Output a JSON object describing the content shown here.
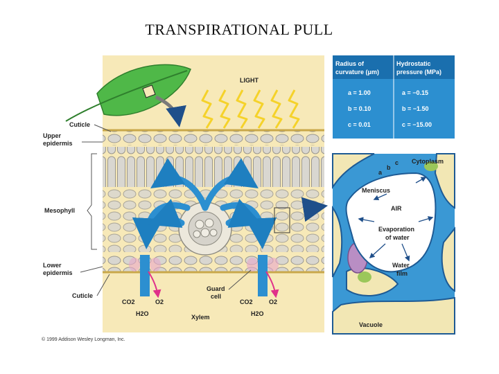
{
  "title": "TRANSPIRATIONAL PULL",
  "labels": {
    "light": "LIGHT",
    "cuticle_top": "Cuticle",
    "upper_epidermis_1": "Upper",
    "upper_epidermis_2": "epidermis",
    "mesophyll": "Mesophyll",
    "lower_epidermis_1": "Lower",
    "lower_epidermis_2": "epidermis",
    "cuticle_bottom": "Cuticle",
    "co2_left": "CO2",
    "o2_left": "O2",
    "h2o_left": "H2O",
    "guard_cell_1": "Guard",
    "guard_cell_2": "cell",
    "xylem": "Xylem",
    "co2_right": "CO2",
    "o2_right": "O2",
    "h2o_right": "H2O"
  },
  "table": {
    "col1_header_1": "Radius of",
    "col1_header_2": "curvature (μm)",
    "col2_header_1": "Hydrostatic",
    "col2_header_2": "pressure (MPa)",
    "rows": [
      {
        "radius": "a = 1.00",
        "pressure": "a =  −0.15"
      },
      {
        "radius": "b = 0.10",
        "pressure": "b =  −1.50"
      },
      {
        "radius": "c = 0.01",
        "pressure": "c = −15.00"
      }
    ]
  },
  "detail": {
    "cytoplasm": "Cytoplasm",
    "a": "a",
    "b": "b",
    "c": "c",
    "meniscus": "Meniscus",
    "air": "AIR",
    "evaporation_1": "Evaporation",
    "evaporation_2": "of water",
    "water_film_1": "Water",
    "water_film_2": "film",
    "vacuole": "Vacuole"
  },
  "copyright": "© 1999 Addison Wesley Longman, Inc.",
  "colors": {
    "panel_bg": "#f7e9b8",
    "table_bg": "#2c8fd0",
    "table_header": "#1a6fae",
    "detail_bg": "#3a98d4",
    "cell_fill": "#f2e7b4",
    "leaf": "#4fb848",
    "arrow_blue": "#2c8fd0",
    "light_yellow": "#f5d22a"
  }
}
